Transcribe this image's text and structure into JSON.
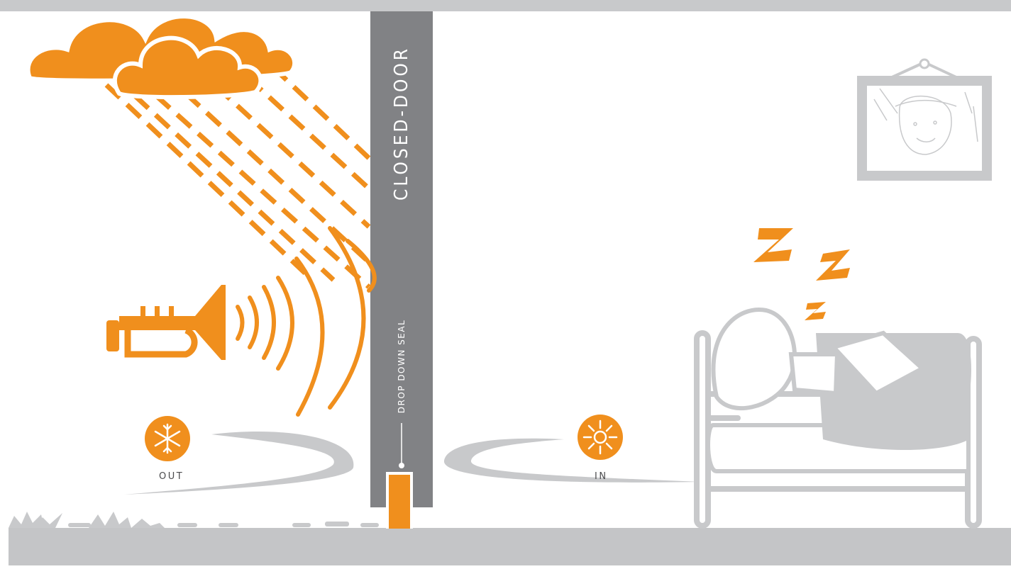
{
  "colors": {
    "orange": "#f08f1d",
    "door_gray": "#818285",
    "light_gray": "#c8c9cb",
    "floor_gray": "#c4c5c7",
    "text_dark": "#4b4b4d"
  },
  "door": {
    "title": "CLOSED-DOOR",
    "seal_label": "DROP DOWN SEAL"
  },
  "labels": {
    "outside": "OUT",
    "inside": "IN"
  },
  "icons": {
    "outside": "snowflake-icon",
    "inside": "sun-icon",
    "noise": "trumpet-icon",
    "weather": "rain-cloud-icon",
    "sleep": "zzz-icon"
  }
}
